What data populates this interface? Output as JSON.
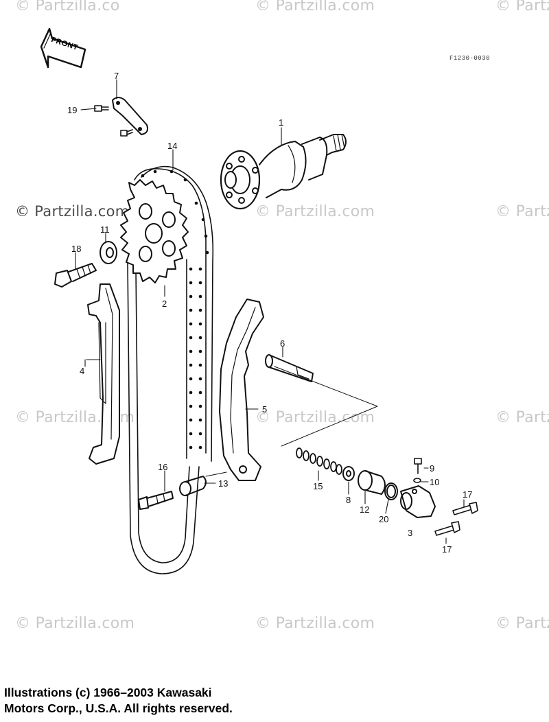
{
  "watermark": {
    "text": "© Partzilla.com",
    "text_partial": "© Partz",
    "text_partial_top": "© Partzilla.co"
  },
  "header": {
    "front_arrow_label": "FRONT",
    "figure_number": "F1230-0030"
  },
  "callouts": {
    "c1": "1",
    "c2": "2",
    "c3": "3",
    "c4": "4",
    "c5": "5",
    "c6": "6",
    "c7": "7",
    "c8": "8",
    "c9": "9",
    "c10": "10",
    "c11": "11",
    "c12": "12",
    "c13": "13",
    "c14": "14",
    "c15": "15",
    "c16": "16",
    "c17a": "17",
    "c17b": "17",
    "c18": "18",
    "c19": "19",
    "c20": "20"
  },
  "footer": {
    "line1": "Illustrations (c) 1966–2003 Kawasaki",
    "line2": "Motors Corp., U.S.A.  All rights reserved."
  }
}
